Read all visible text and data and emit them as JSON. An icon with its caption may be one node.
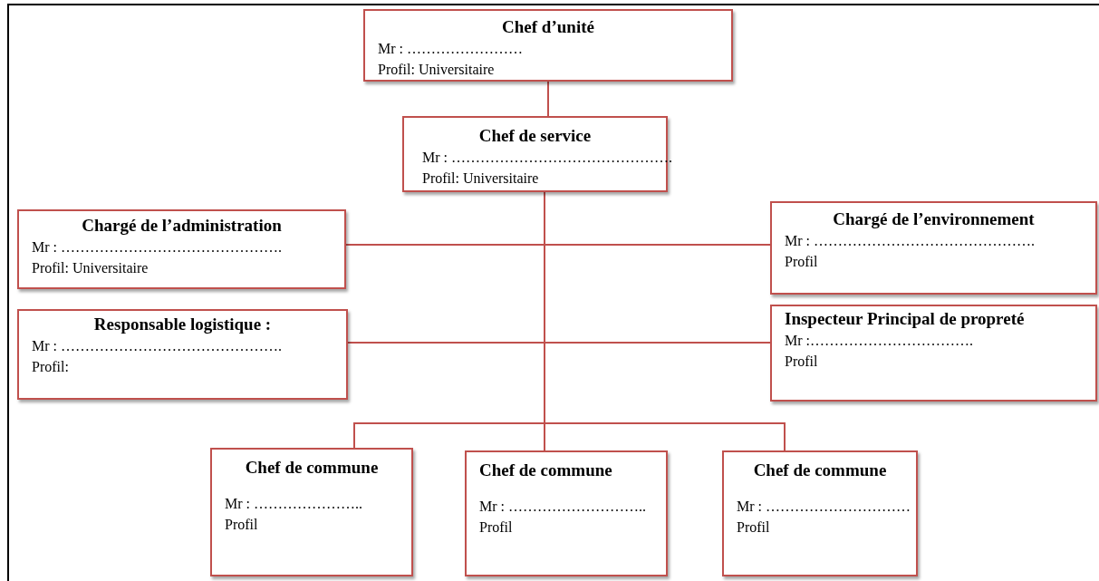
{
  "diagram": {
    "nodes": [
      {
        "text": [
          "Chef d’unité",
          "Mr : ……………………",
          "Profil: Universitaire"
        ]
      },
      {
        "text": [
          "Chef de service",
          "Mr : ……………………………………….",
          "Profil: Universitaire"
        ]
      },
      {
        "text": [
          "Chargé de l’administration",
          "Mr : ……………………………………….",
          "Profil: Universitaire"
        ]
      },
      {
        "text": [
          "Chargé de l’environnement",
          "Mr : ……………………………………….",
          "Profil"
        ]
      },
      {
        "text": [
          "Responsable   logistique :",
          "Mr : ……………………………………….",
          "Profil:"
        ]
      },
      {
        "text": [
          "Inspecteur  Principal de propreté",
          "Mr :…………………………….",
          "Profil"
        ]
      },
      {
        "text": [
          "Chef de commune",
          "Mr : …………………..",
          "Profil"
        ]
      },
      {
        "text": [
          "Chef de commune",
          "Mr : ………………………..",
          "Profil"
        ]
      },
      {
        "text": [
          "Chef de commune",
          "Mr : …………………………",
          "Profil"
        ]
      }
    ],
    "edges": [
      {
        "from": 0,
        "to": 1,
        "arrow": "none"
      },
      {
        "from": 1,
        "to": 2,
        "arrow": "none"
      },
      {
        "from": 1,
        "to": 3,
        "arrow": "none"
      },
      {
        "from": 1,
        "to": 4,
        "arrow": "none"
      },
      {
        "from": 1,
        "to": 5,
        "arrow": "none"
      },
      {
        "from": 1,
        "to": 6,
        "arrow": "none"
      },
      {
        "from": 1,
        "to": 7,
        "arrow": "none"
      },
      {
        "from": 1,
        "to": 8,
        "arrow": "none"
      }
    ]
  }
}
